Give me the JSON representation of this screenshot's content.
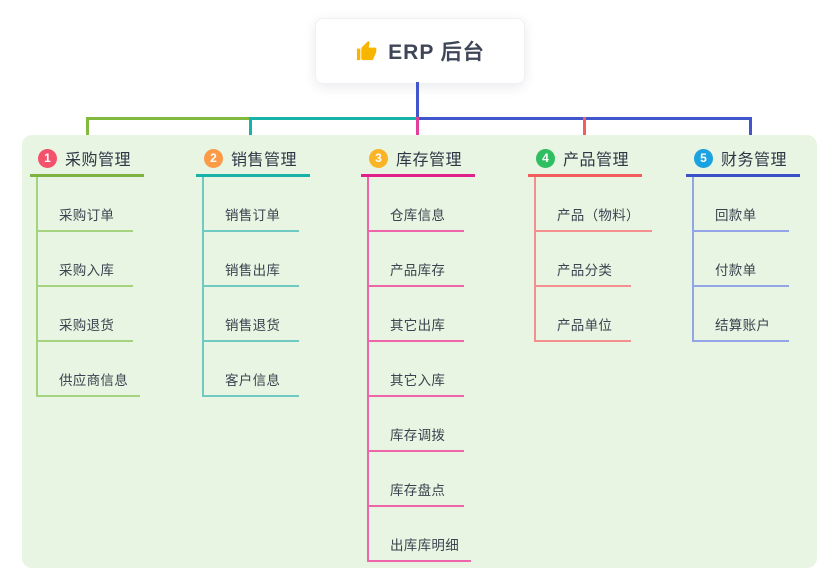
{
  "root": {
    "label": "ERP 后台",
    "icon": "thumbs-up-icon",
    "icon_color": "#f7b500",
    "card_background": "#ffffff",
    "stem_color": "#4156cc"
  },
  "panel": {
    "background": "#e7f5e2"
  },
  "branches": [
    {
      "index": "1",
      "label": "采购管理",
      "badge_color": "#f4516c",
      "line_color": "#7db33e",
      "child_line_color": "#a5d37f",
      "children": [
        "采购订单",
        "采购入库",
        "采购退货",
        "供应商信息"
      ]
    },
    {
      "index": "2",
      "label": "销售管理",
      "badge_color": "#fd9a47",
      "line_color": "#17b3a8",
      "child_line_color": "#6fcac2",
      "children": [
        "销售订单",
        "销售出库",
        "销售退货",
        "客户信息"
      ]
    },
    {
      "index": "3",
      "label": "库存管理",
      "badge_color": "#fbb425",
      "line_color": "#e0218a",
      "child_line_color": "#ee66a9",
      "children": [
        "仓库信息",
        "产品库存",
        "其它出库",
        "其它入库",
        "库存调拨",
        "库存盘点",
        "出库库明细"
      ]
    },
    {
      "index": "4",
      "label": "产品管理",
      "badge_color": "#2fbe60",
      "line_color": "#f25d5d",
      "child_line_color": "#f58f8f",
      "children": [
        "产品（物料）",
        "产品分类",
        "产品单位"
      ]
    },
    {
      "index": "5",
      "label": "财务管理",
      "badge_color": "#1ba2e0",
      "line_color": "#3c50c8",
      "child_line_color": "#93a5e6",
      "children": [
        "回款单",
        "付款单",
        "结算账户"
      ]
    }
  ]
}
